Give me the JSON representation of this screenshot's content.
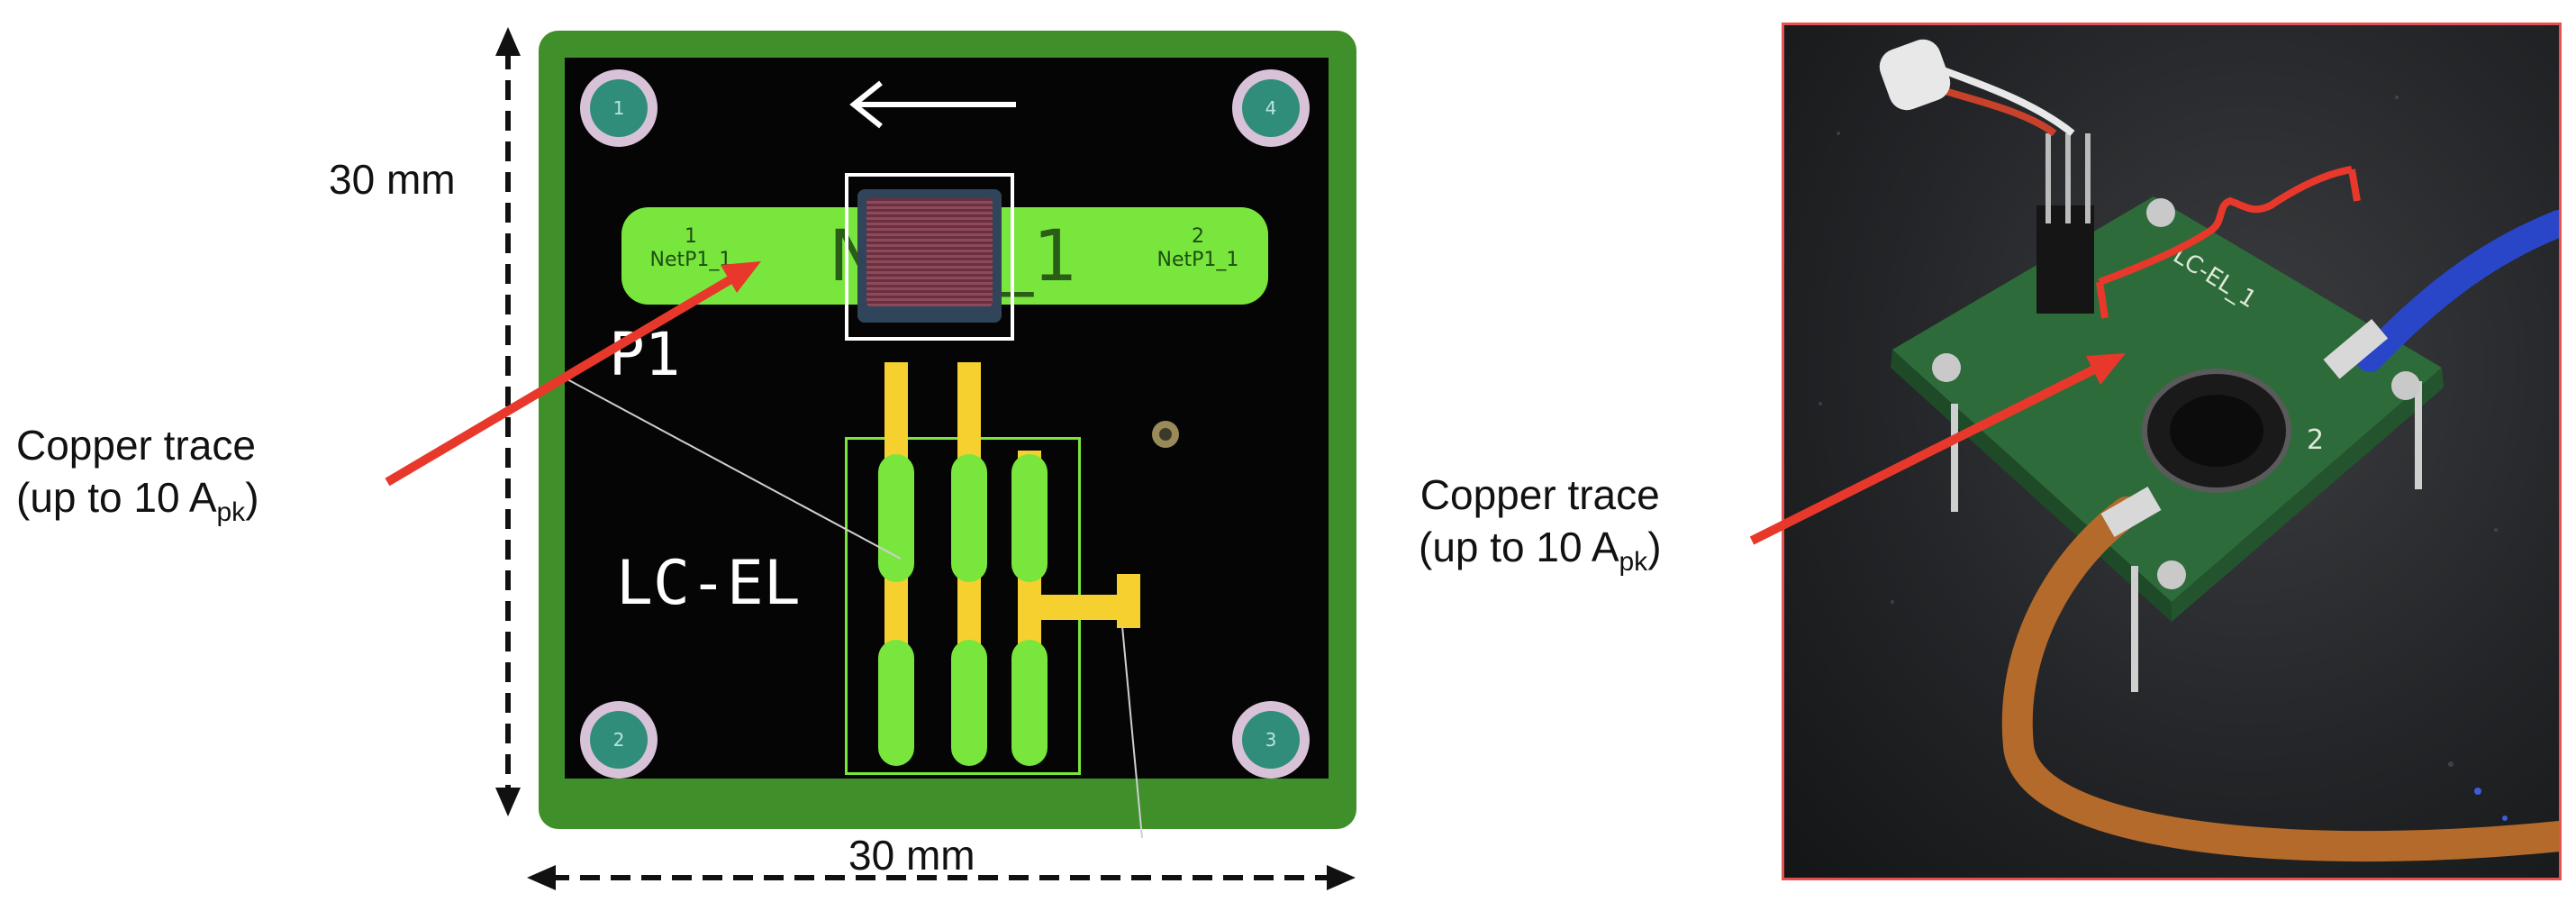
{
  "left_label": {
    "line1": "Copper trace",
    "line2_prefix": "(up to 10 A",
    "line2_sub": "pk",
    "line2_suffix": ")"
  },
  "right_label": {
    "line1": "Copper trace",
    "line2_prefix": "(up to 10 A",
    "line2_sub": "pk",
    "line2_suffix": ")"
  },
  "dimensions": {
    "vertical": "30 mm",
    "horizontal": "30 mm"
  },
  "pcb": {
    "holes": [
      "1",
      "2",
      "3",
      "4"
    ],
    "pad_left": {
      "number": "1",
      "net": "NetP1_1"
    },
    "pad_right": {
      "number": "2",
      "net": "NetP1_1"
    },
    "center_label_left": "N",
    "center_label_right": "_1",
    "designator": "P1",
    "board_label": "LC-EL"
  },
  "photo": {
    "silkscreen": "LC-EL_1",
    "marking": "2"
  },
  "colors": {
    "arrow": "#e8382b",
    "board": "#3f8f2a",
    "copper": "#78e63d",
    "trace": "#f6d02f"
  }
}
